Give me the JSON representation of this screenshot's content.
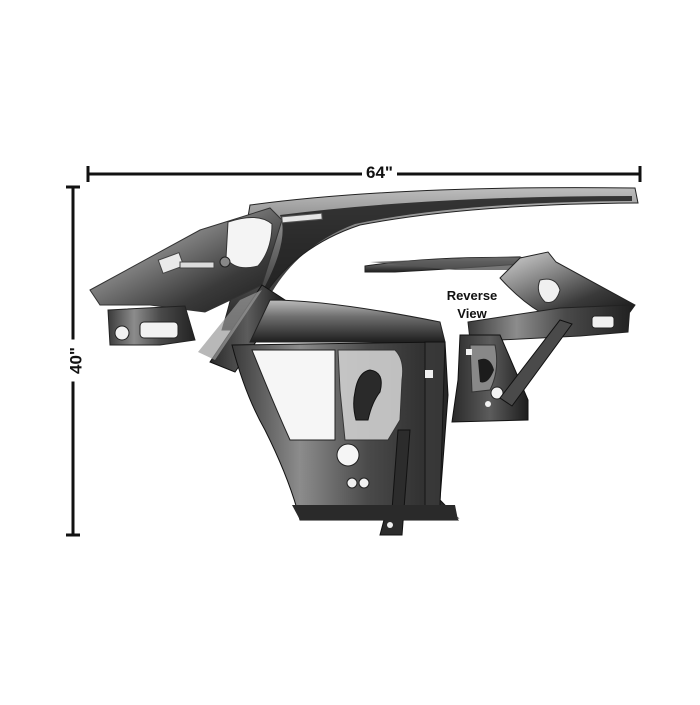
{
  "image": {
    "subject": "quarter-panel-inner-structure",
    "background_color": "#ffffff"
  },
  "dimensions": {
    "width_label": "64\"",
    "height_label": "40\"",
    "line_color": "#111111"
  },
  "inset": {
    "label_line1": "Reverse",
    "label_line2": "View"
  },
  "colors": {
    "metal_dark": "#1c1c1c",
    "metal_mid": "#5a5a5a",
    "metal_light": "#9a9a9a",
    "metal_highlight": "#cfcfcf"
  }
}
